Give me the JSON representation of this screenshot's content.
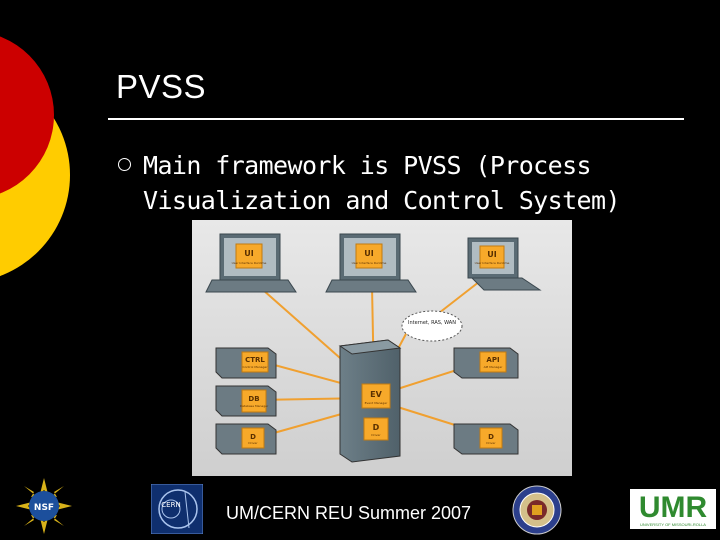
{
  "slide": {
    "title": "PVSS",
    "bullets": [
      "Main framework is PVSS (Process Visualization and Control System)"
    ],
    "footer": "UM/CERN REU Summer 2007"
  },
  "diagram": {
    "nodes": {
      "ui1": {
        "label": "UI",
        "sub": "User Interface Runtime"
      },
      "ui2": {
        "label": "UI",
        "sub": "User Interface Runtime"
      },
      "ui3": {
        "label": "UI",
        "sub": "User Interface Runtime"
      },
      "ctrl": {
        "label": "CTRL",
        "sub": "Control Manager"
      },
      "db": {
        "label": "DB",
        "sub": "Database Manager"
      },
      "d1": {
        "label": "D",
        "sub": "Driver"
      },
      "ev": {
        "label": "EV",
        "sub": "Event Manager"
      },
      "d2": {
        "label": "D",
        "sub": "Driver"
      },
      "api": {
        "label": "API",
        "sub": "API Manager"
      },
      "d3": {
        "label": "D",
        "sub": "Driver"
      }
    },
    "network": "Internet, RAS, WAN"
  },
  "logos": {
    "nsf": "NSF",
    "cern": "CERN",
    "umr": "UMR",
    "umr_sub": "UNIVERSITY OF MISSOURI-ROLLA"
  },
  "colors": {
    "background": "#000000",
    "accent_red": "#cc0000",
    "accent_yellow": "#ffcc00",
    "connector": "#f0a030",
    "diagram_bg": "#dcdcdc",
    "umr_green": "#2f8a2f"
  }
}
